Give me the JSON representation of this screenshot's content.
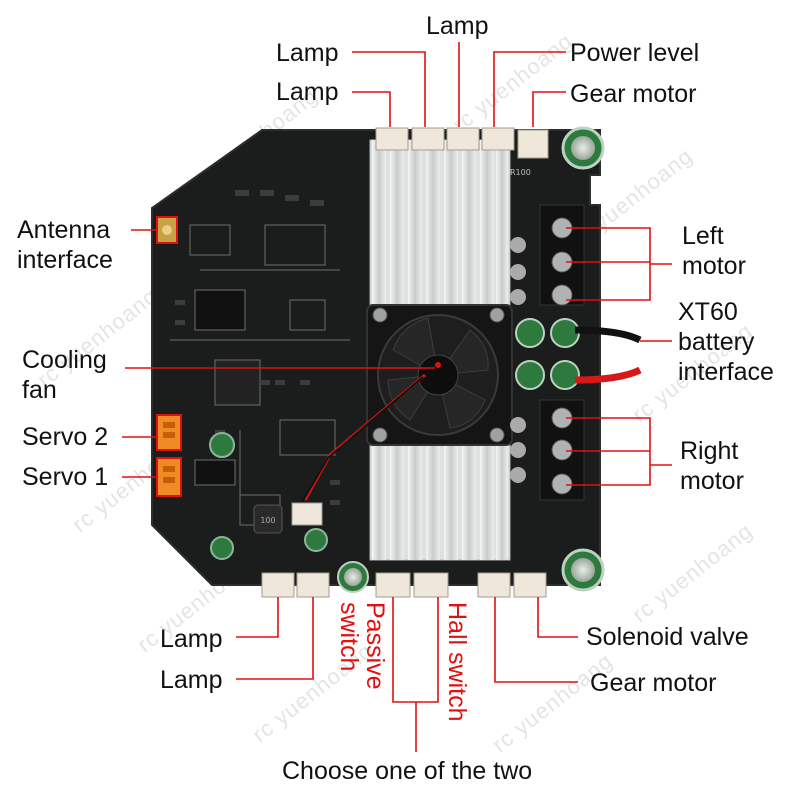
{
  "labels": {
    "lamp": "Lamp",
    "power_level": "Power level",
    "gear_motor": "Gear motor",
    "antenna": "Antenna\ninterface",
    "cooling_fan": "Cooling\nfan",
    "servo_2": "Servo 2",
    "servo_1": "Servo 1",
    "left_motor": "Left\nmotor",
    "xt60": "XT60\nbattery\ninterface",
    "right_motor": "Right\nmotor",
    "passive_switch": "Passive\nswitch",
    "hall_switch": "Hall switch",
    "solenoid_valve": "Solenoid valve",
    "choose": "Choose one of the two"
  },
  "silkscreen": {
    "r100": "R100",
    "r100b": "100"
  },
  "watermark": "rc yuenhoang",
  "colors": {
    "leader": "#e01010",
    "pcb": "#1b1d1c",
    "heatsink": "#d6d8d8",
    "connector": "#efe8da",
    "highlight": "#e01010",
    "orange_connector": "#f08a24"
  }
}
